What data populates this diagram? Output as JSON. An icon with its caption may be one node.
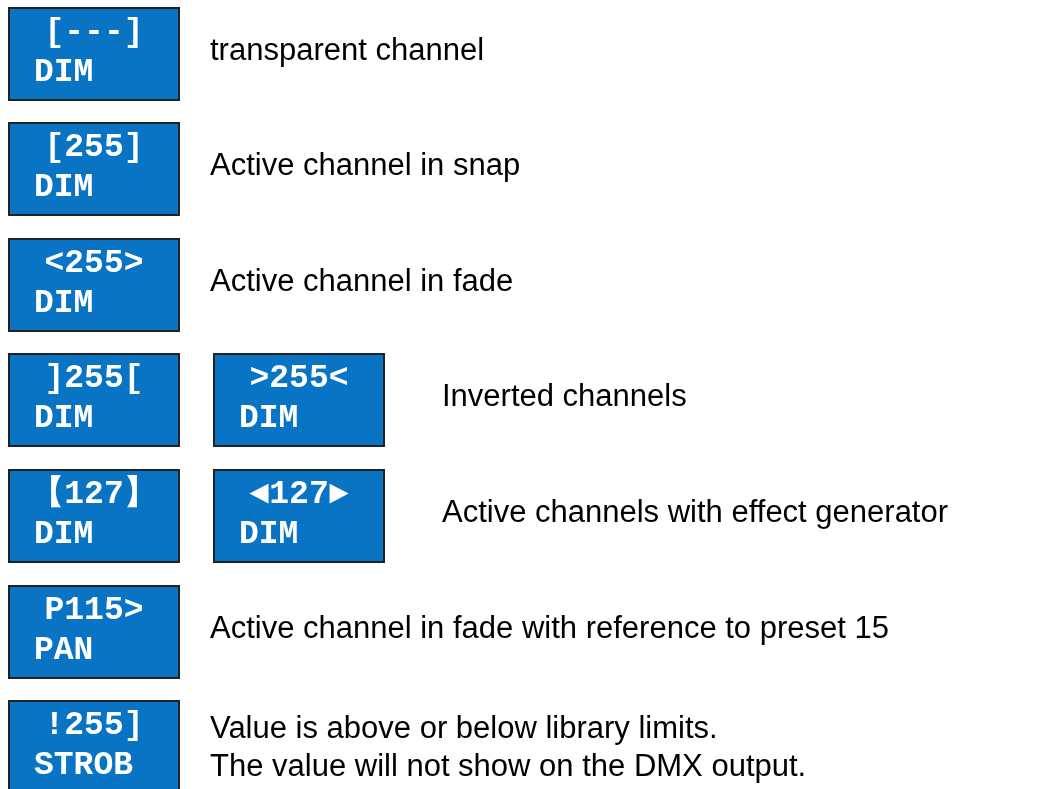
{
  "diagram": {
    "nodes": [
      {
        "text": [
          "[---]",
          "DIM"
        ]
      },
      {
        "text": [
          "[255]",
          "DIM"
        ]
      },
      {
        "text": [
          "<255>",
          "DIM"
        ]
      },
      {
        "text": [
          "]255[",
          "DIM"
        ]
      },
      {
        "text": [
          ">255<",
          "DIM"
        ]
      },
      {
        "text": [
          "【127】",
          "DIM"
        ]
      },
      {
        "text": [
          "◄127►",
          "DIM"
        ]
      },
      {
        "text": [
          "P115>",
          "PAN"
        ]
      },
      {
        "text": [
          "!255]",
          "STROB"
        ]
      }
    ],
    "labels": [
      "transparent channel",
      "Active channel in snap",
      "Active channel in fade",
      "Inverted channels",
      "Active channels with effect generator",
      "Active channel in fade with reference to preset 15",
      "Value is above or below library limits.",
      "The value will not show on the DMX output."
    ]
  }
}
